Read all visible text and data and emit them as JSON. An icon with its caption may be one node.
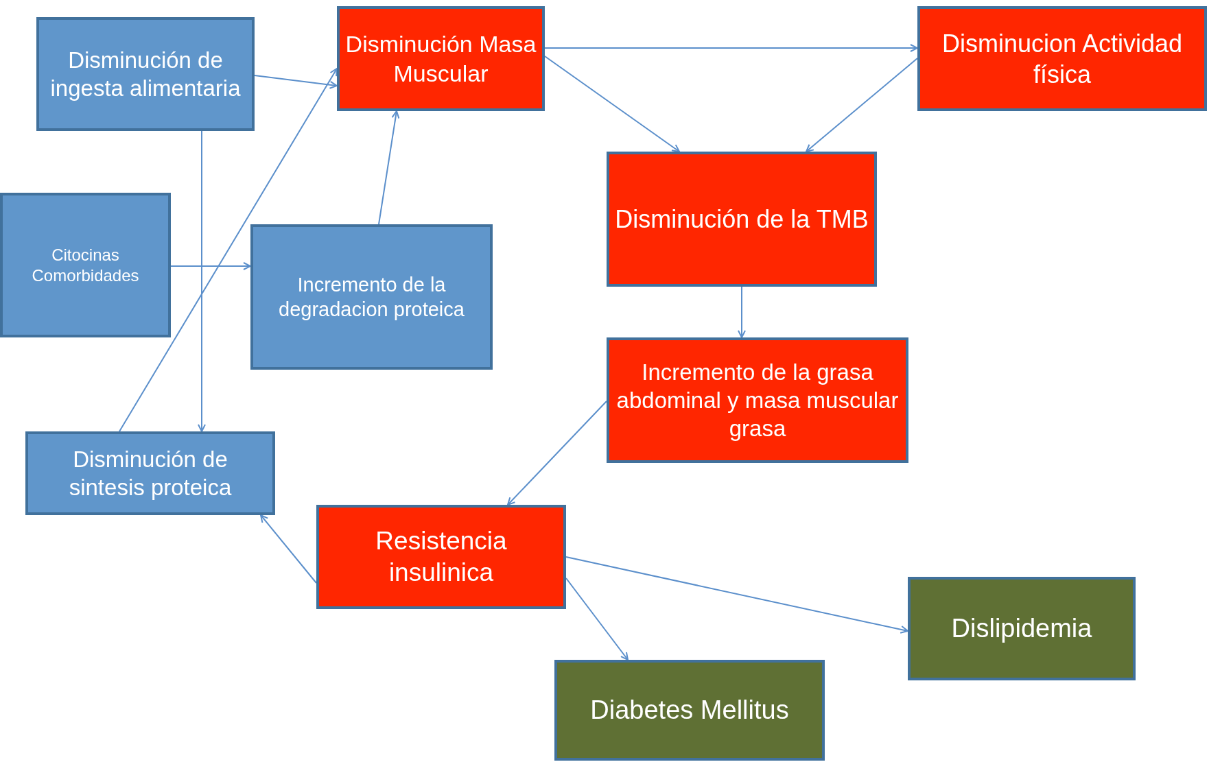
{
  "diagram": {
    "nodes": [
      {
        "text": [
          "Disminución de ingesta alimentaria"
        ]
      },
      {
        "text": [
          "Disminución Masa Muscular"
        ]
      },
      {
        "text": [
          "Disminucion Actividad física"
        ]
      },
      {
        "text": [
          "Citocinas Comorbidades"
        ]
      },
      {
        "text": [
          "Incremento de la degradacion proteica"
        ]
      },
      {
        "text": [
          "Disminución de la TMB"
        ]
      },
      {
        "text": [
          "Incremento de la grasa abdominal y masa muscular grasa"
        ]
      },
      {
        "text": [
          "Disminución de sintesis proteica"
        ]
      },
      {
        "text": [
          "Resistencia insulinica"
        ]
      },
      {
        "text": [
          "Dislipidemia"
        ]
      },
      {
        "text": [
          "Diabetes Mellitus"
        ]
      }
    ],
    "edges": [
      {
        "from": 0,
        "to": 1,
        "arrow": "to"
      },
      {
        "from": 1,
        "to": 2,
        "arrow": "to"
      },
      {
        "from": 1,
        "to": 5,
        "arrow": "to"
      },
      {
        "from": 2,
        "to": 5,
        "arrow": "to"
      },
      {
        "from": 0,
        "to": 7,
        "arrow": "to"
      },
      {
        "from": 3,
        "to": 4,
        "arrow": "to"
      },
      {
        "from": 7,
        "to": 1,
        "arrow": "to"
      },
      {
        "from": 4,
        "to": 1,
        "arrow": "to"
      },
      {
        "from": 5,
        "to": 6,
        "arrow": "to"
      },
      {
        "from": 6,
        "to": 8,
        "arrow": "to"
      },
      {
        "from": 8,
        "to": 7,
        "arrow": "to"
      },
      {
        "from": 8,
        "to": 9,
        "arrow": "to"
      },
      {
        "from": 8,
        "to": 10,
        "arrow": "to"
      }
    ]
  }
}
